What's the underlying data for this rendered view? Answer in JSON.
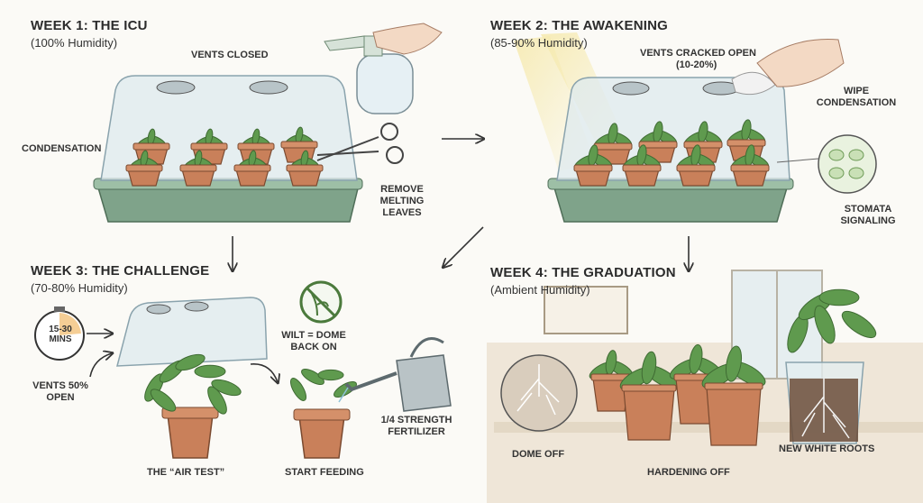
{
  "weeks": [
    {
      "title": "WEEK 1: THE ICU",
      "subtitle": "(100% Humidity)"
    },
    {
      "title": "WEEK 2: THE AWAKENING",
      "subtitle": "(85-90% Humidity)"
    },
    {
      "title": "WEEK 3: THE CHALLENGE",
      "subtitle": "(70-80% Humidity)"
    },
    {
      "title": "WEEK 4: THE GRADUATION",
      "subtitle": "(Ambient Humidity)"
    }
  ],
  "week1": {
    "vents_closed": "VENTS CLOSED",
    "condensation": "CONDENSATION",
    "remove_leaves": "REMOVE MELTING LEAVES"
  },
  "week2": {
    "vents_cracked": "VENTS CRACKED OPEN",
    "vents_pct": "(10-20%)",
    "wipe": "WIPE CONDENSATION",
    "stomata": "STOMATA SIGNALING"
  },
  "week3": {
    "timer": "15-30 MINS",
    "vents_open": "VENTS 50% OPEN",
    "air_test": "THE “AIR TEST”",
    "wilt": "WILT = DOME BACK ON",
    "fertilizer": "1/4 STRENGTH FERTILIZER",
    "start_feeding": "START FEEDING"
  },
  "week4": {
    "dome_off": "DOME OFF",
    "hardening": "HARDENING OFF",
    "new_roots": "NEW WHITE ROOTS"
  },
  "colors": {
    "tray": "#7fa38a",
    "pot": "#c9805a",
    "leaf": "#5f9a4e",
    "dome": "#dde9ee"
  }
}
